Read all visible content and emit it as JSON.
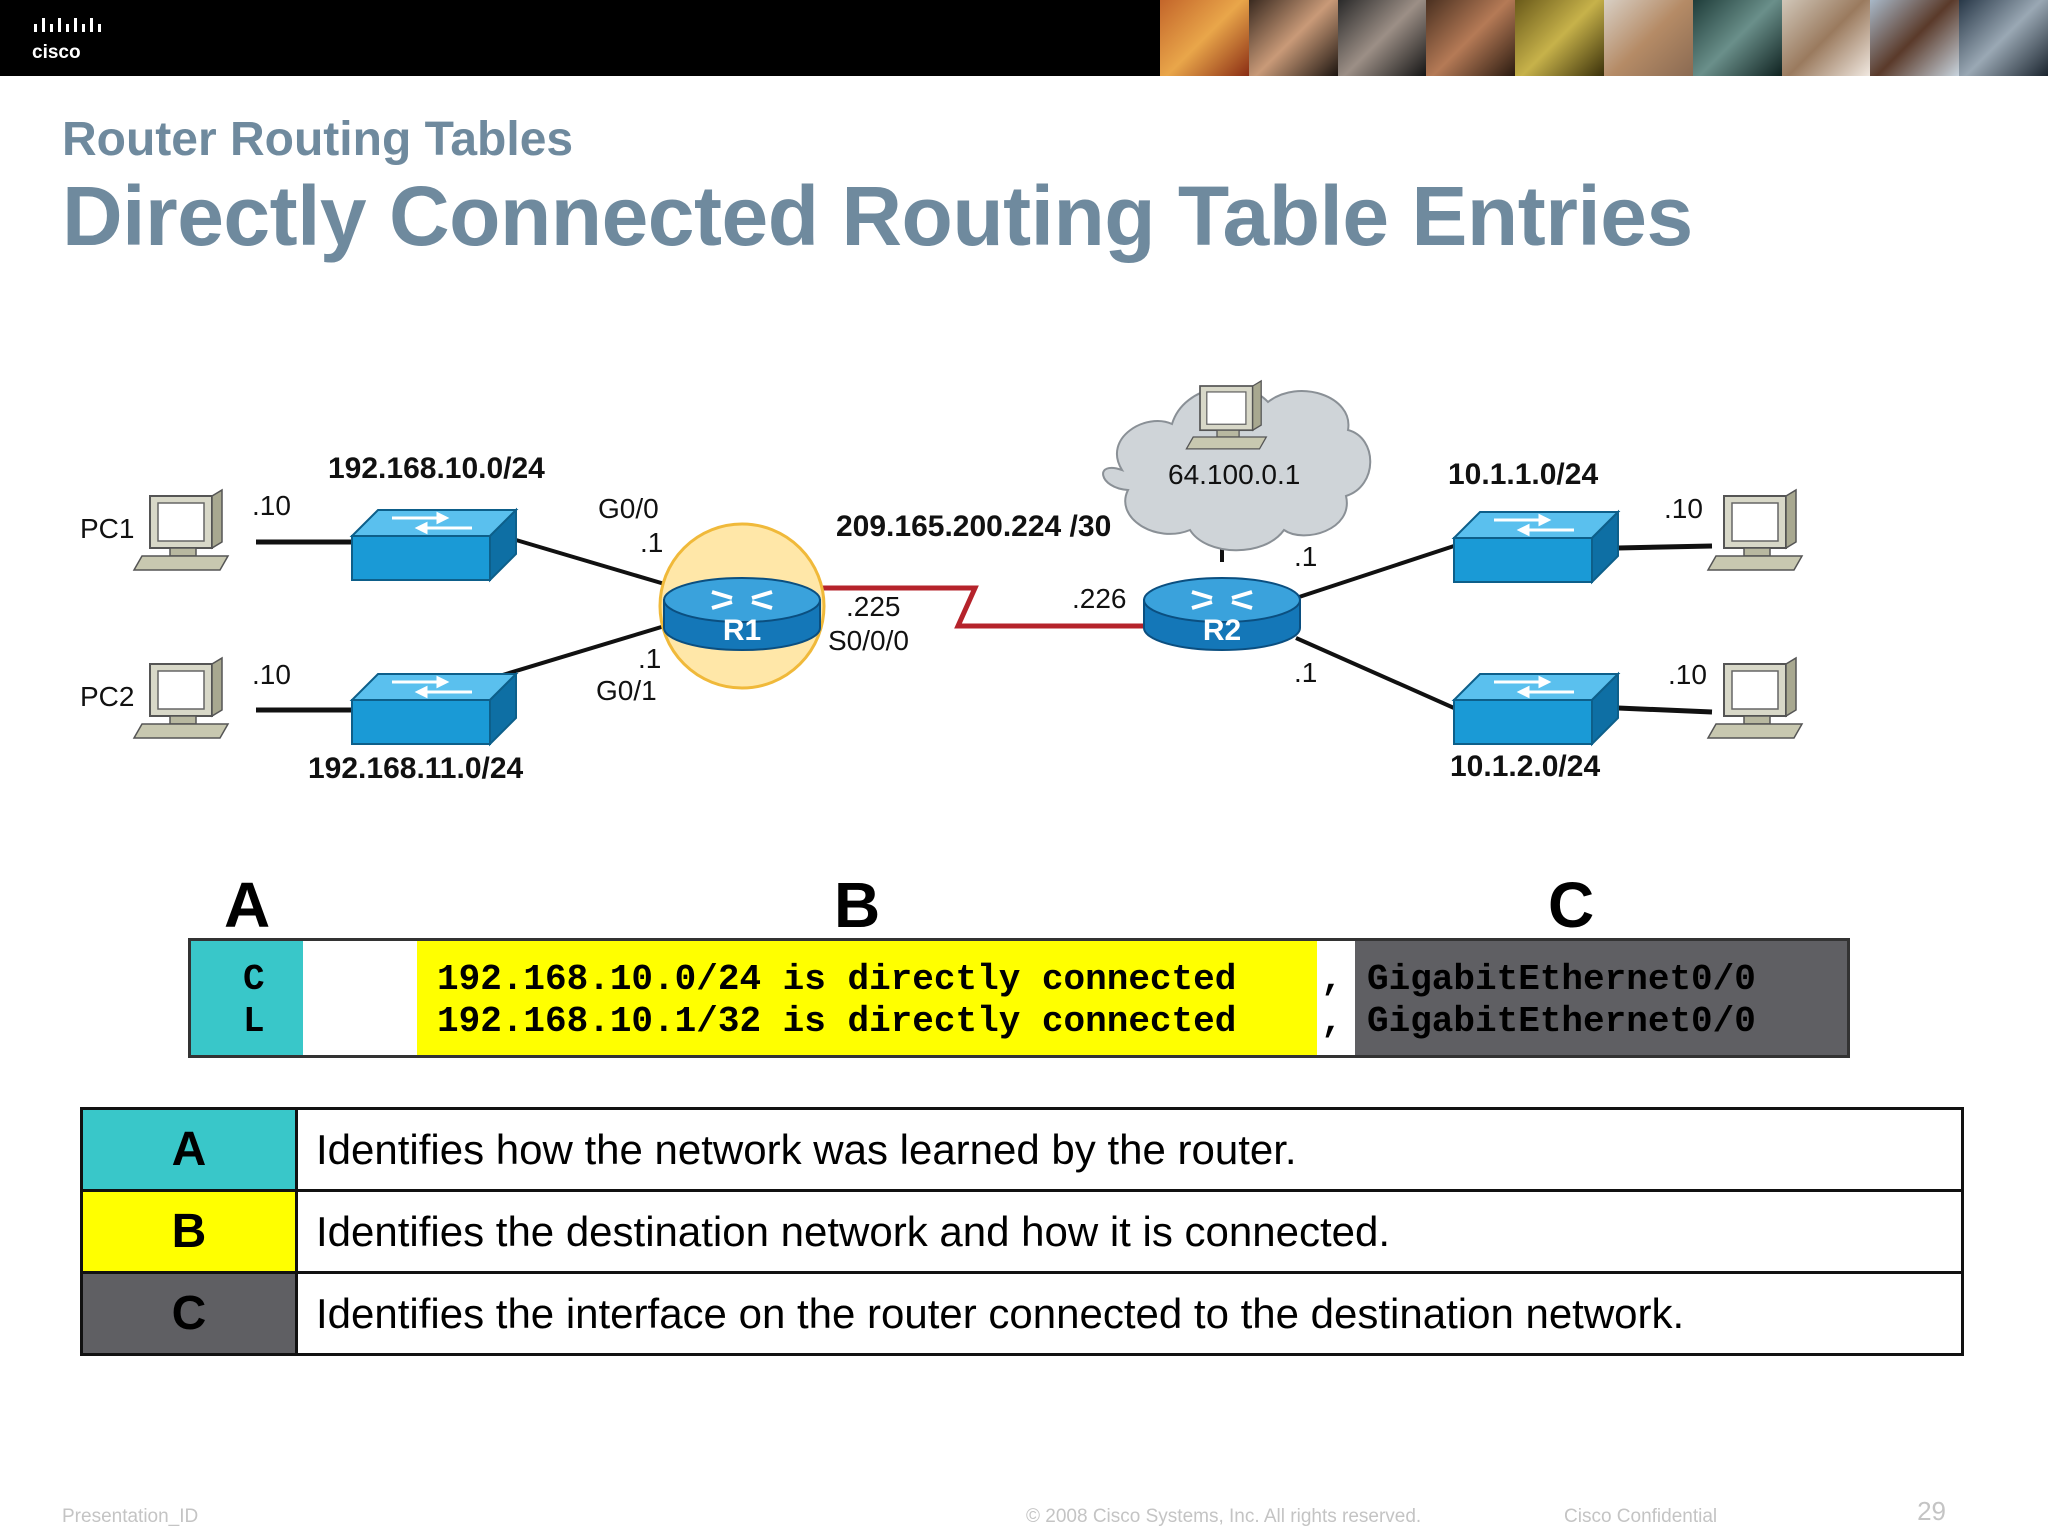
{
  "header": {
    "logo_text": "cisco",
    "subtitle": "Router Routing Tables",
    "title": "Directly Connected Routing Table Entries"
  },
  "diagram": {
    "pc1": {
      "name": "PC1",
      "host": ".10"
    },
    "pc2": {
      "name": "PC2",
      "host": ".10"
    },
    "lan1": "192.168.10.0/24",
    "lan2": "192.168.11.0/24",
    "r1": {
      "name": "R1",
      "g00": "G0/0",
      "g00_host": ".1",
      "g01": "G0/1",
      "g01_host": ".1",
      "serial_host": ".225",
      "serial": "S0/0/0"
    },
    "wan": "209.165.200.224 /30",
    "r2": {
      "name": "R2",
      "serial_host": ".226",
      "lan_a_host": ".1",
      "lan_b_host": ".1"
    },
    "cloud_host": "64.100.0.1",
    "lan3": "10.1.1.0/24",
    "lan4": "10.1.2.0/24",
    "pc3_host": ".10",
    "pc4_host": ".10"
  },
  "route_table": {
    "col_a": "A",
    "col_b": "B",
    "col_c": "C",
    "rows": [
      {
        "code": "C",
        "dest": "192.168.10.0/24 is directly connected",
        "sep": ",",
        "iface": "GigabitEthernet0/0"
      },
      {
        "code": "L",
        "dest": "192.168.10.1/32 is directly connected",
        "sep": ",",
        "iface": "GigabitEthernet0/0"
      }
    ]
  },
  "legend": [
    {
      "key": "A",
      "text": "Identifies how the network was learned by the router."
    },
    {
      "key": "B",
      "text": "Identifies the destination network and how it is connected."
    },
    {
      "key": "C",
      "text": "Identifies the interface on the router connected to the destination network."
    }
  ],
  "footer": {
    "left": "Presentation_ID",
    "center": "© 2008 Cisco Systems, Inc. All rights reserved.",
    "right": "Cisco Confidential",
    "page": "29"
  },
  "colors": {
    "title": "#6f8a9e",
    "cyan": "#39c7c9",
    "yellow": "#ffff00",
    "gray": "#5f5f63",
    "switch": "#1a9ad6",
    "router": "#1477b8",
    "wan_link": "#b5232b"
  }
}
